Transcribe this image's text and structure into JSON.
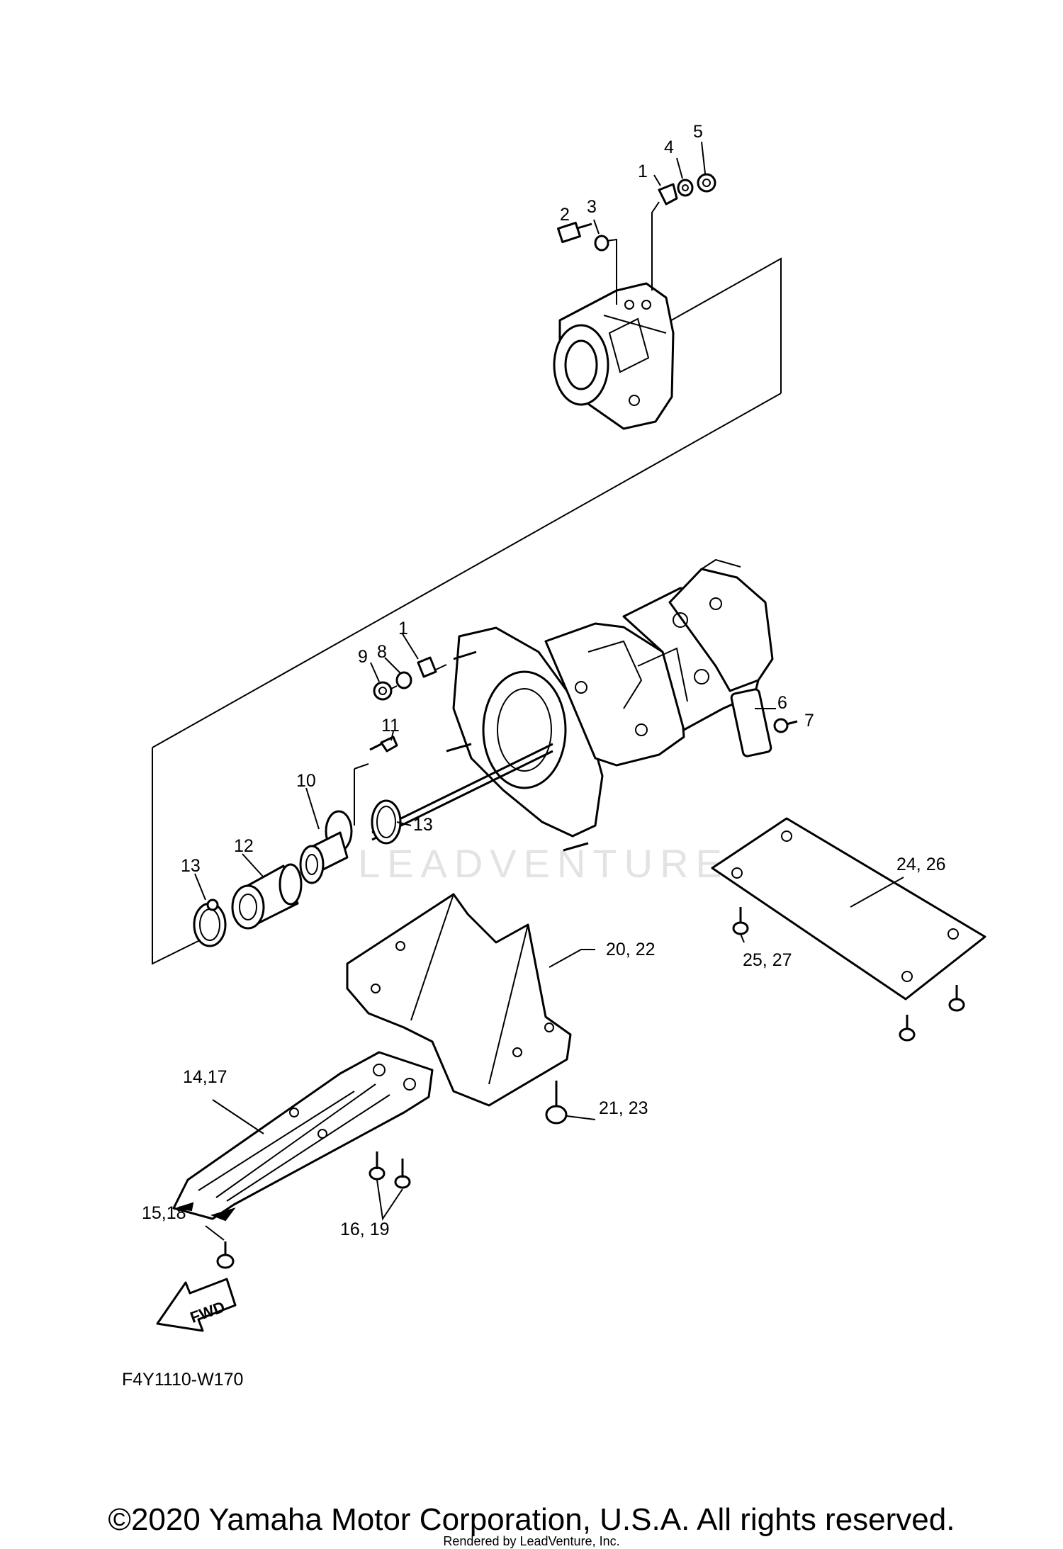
{
  "diagram": {
    "code": "F4Y1110-W170",
    "watermark": "LEADVENTURE",
    "fwd_label": "FWD",
    "callouts": [
      {
        "label": "1"
      },
      {
        "label": "2"
      },
      {
        "label": "3"
      },
      {
        "label": "4"
      },
      {
        "label": "5"
      },
      {
        "label": "1"
      },
      {
        "label": "9"
      },
      {
        "label": "8"
      },
      {
        "label": "6"
      },
      {
        "label": "7"
      },
      {
        "label": "11"
      },
      {
        "label": "10"
      },
      {
        "label": "12"
      },
      {
        "label": "13"
      },
      {
        "label": "13"
      },
      {
        "label": "24, 26"
      },
      {
        "label": "25, 27"
      },
      {
        "label": "20, 22"
      },
      {
        "label": "21, 23"
      },
      {
        "label": "14,17"
      },
      {
        "label": "15,18"
      },
      {
        "label": "16, 19"
      }
    ]
  },
  "footer": {
    "copyright": "©2020 Yamaha Motor Corporation, U.S.A. All rights reserved.",
    "rendered_by": "Rendered by LeadVenture, Inc."
  }
}
